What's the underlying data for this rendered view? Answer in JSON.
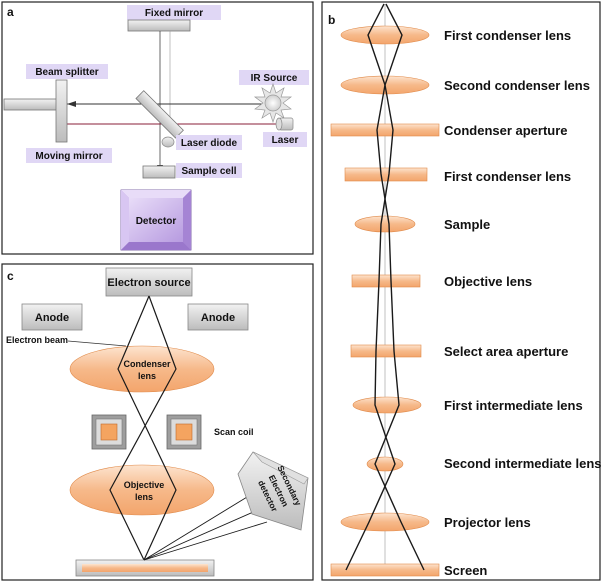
{
  "panels": {
    "a": {
      "letter": "a",
      "labels": {
        "fixed_mirror": "Fixed mirror",
        "beam_splitter": "Beam splitter",
        "ir_source": "IR Source",
        "moving_mirror": "Moving mirror",
        "laser_diode": "Laser diode",
        "laser": "Laser",
        "sample_cell": "Sample cell",
        "detector": "Detector"
      }
    },
    "b": {
      "letter": "b",
      "labels": [
        "First condenser lens",
        "Second condenser lens",
        "Condenser aperture",
        "First condenser lens",
        "Sample",
        "Objective lens",
        "Select area aperture",
        "First intermediate lens",
        "Second intermediate lens",
        "Projector lens",
        "Screen"
      ]
    },
    "c": {
      "letter": "c",
      "labels": {
        "electron_source": "Electron source",
        "anode_left": "Anode",
        "anode_right": "Anode",
        "electron_beam": "Electron beam",
        "condenser_lens_1": "Condenser",
        "condenser_lens_2": "lens",
        "scan_coil": "Scan coil",
        "objective_lens_1": "Objective",
        "objective_lens_2": "lens",
        "detector_1": "Secondary",
        "detector_2": "Electron",
        "detector_3": "detector"
      }
    }
  },
  "colors": {
    "lavender_label": "#e0d7f5",
    "lens_orange": "#f6b98a",
    "detector_purple": "#cbb3ea",
    "gray_box": "#bfbfbf"
  }
}
